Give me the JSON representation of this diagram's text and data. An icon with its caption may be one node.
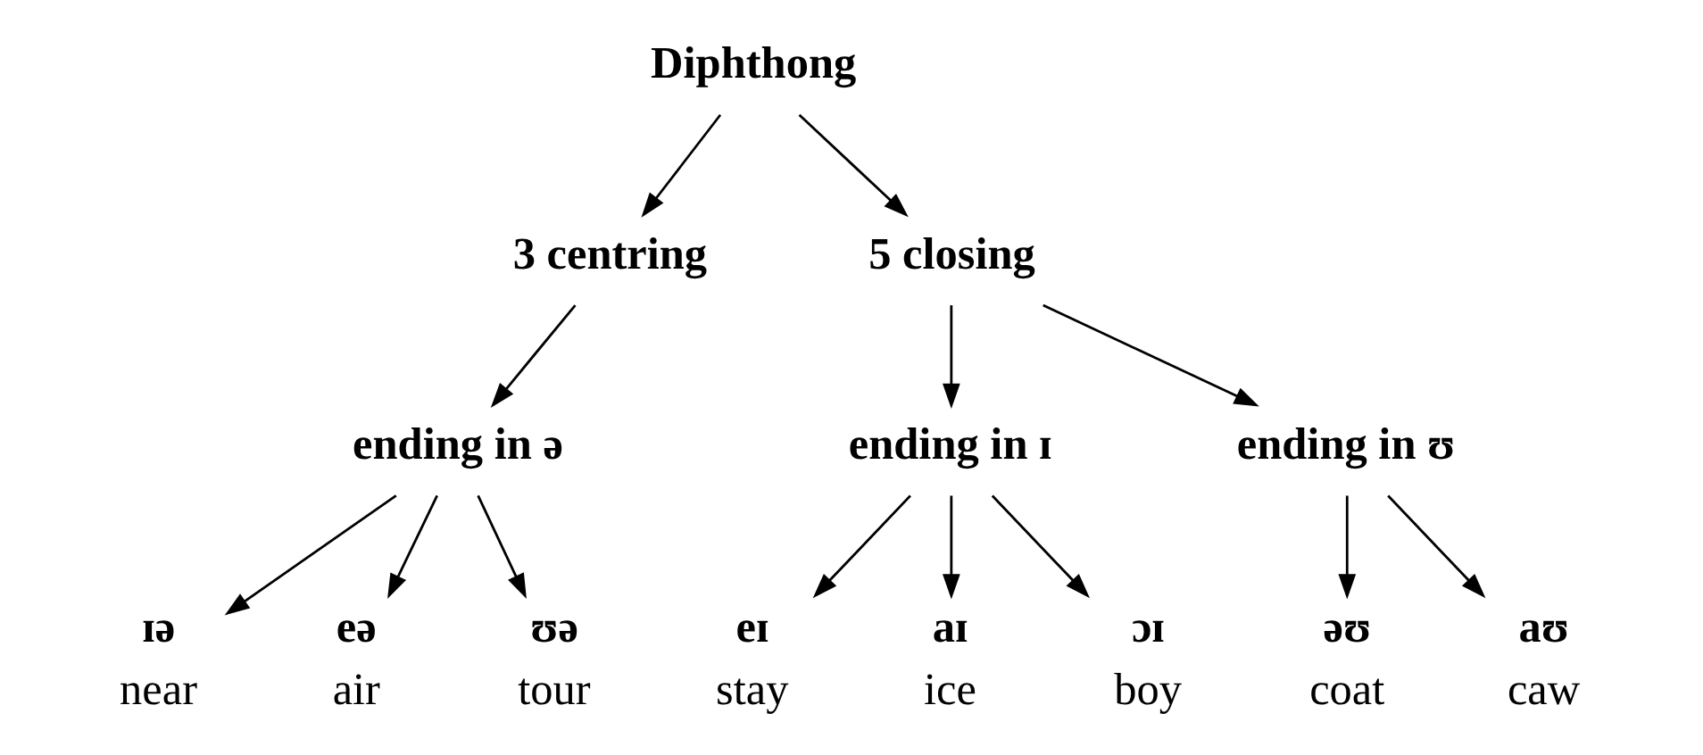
{
  "diagram": {
    "nodes": [
      {
        "text": [
          "Diphthong"
        ]
      },
      {
        "text": [
          "3 centring"
        ]
      },
      {
        "text": [
          "5 closing"
        ]
      },
      {
        "text": [
          "ending in ə"
        ]
      },
      {
        "text": [
          "ending in ɪ"
        ]
      },
      {
        "text": [
          "ending in ʊ"
        ]
      },
      {
        "text": [
          "ɪə"
        ],
        "beside": [
          "near"
        ]
      },
      {
        "text": [
          "eə"
        ],
        "beside": [
          "air"
        ]
      },
      {
        "text": [
          "ʊə"
        ],
        "beside": [
          "tour"
        ]
      },
      {
        "text": [
          "eɪ"
        ],
        "beside": [
          "stay"
        ]
      },
      {
        "text": [
          "aɪ"
        ],
        "beside": [
          "ice"
        ]
      },
      {
        "text": [
          "ɔɪ"
        ],
        "beside": [
          "boy"
        ]
      },
      {
        "text": [
          "əʊ"
        ],
        "beside": [
          "coat"
        ]
      },
      {
        "text": [
          "aʊ"
        ],
        "beside": [
          "caw"
        ]
      }
    ],
    "edges": [
      {
        "from": 0,
        "to": 1,
        "arrow": "to"
      },
      {
        "from": 0,
        "to": 2,
        "arrow": "to"
      },
      {
        "from": 1,
        "to": 3,
        "arrow": "to"
      },
      {
        "from": 2,
        "to": 4,
        "arrow": "to"
      },
      {
        "from": 2,
        "to": 5,
        "arrow": "to"
      },
      {
        "from": 3,
        "to": 6,
        "arrow": "to"
      },
      {
        "from": 3,
        "to": 7,
        "arrow": "to"
      },
      {
        "from": 3,
        "to": 8,
        "arrow": "to"
      },
      {
        "from": 4,
        "to": 9,
        "arrow": "to"
      },
      {
        "from": 4,
        "to": 10,
        "arrow": "to"
      },
      {
        "from": 4,
        "to": 11,
        "arrow": "to"
      },
      {
        "from": 5,
        "to": 12,
        "arrow": "to"
      },
      {
        "from": 5,
        "to": 13,
        "arrow": "to"
      }
    ]
  }
}
